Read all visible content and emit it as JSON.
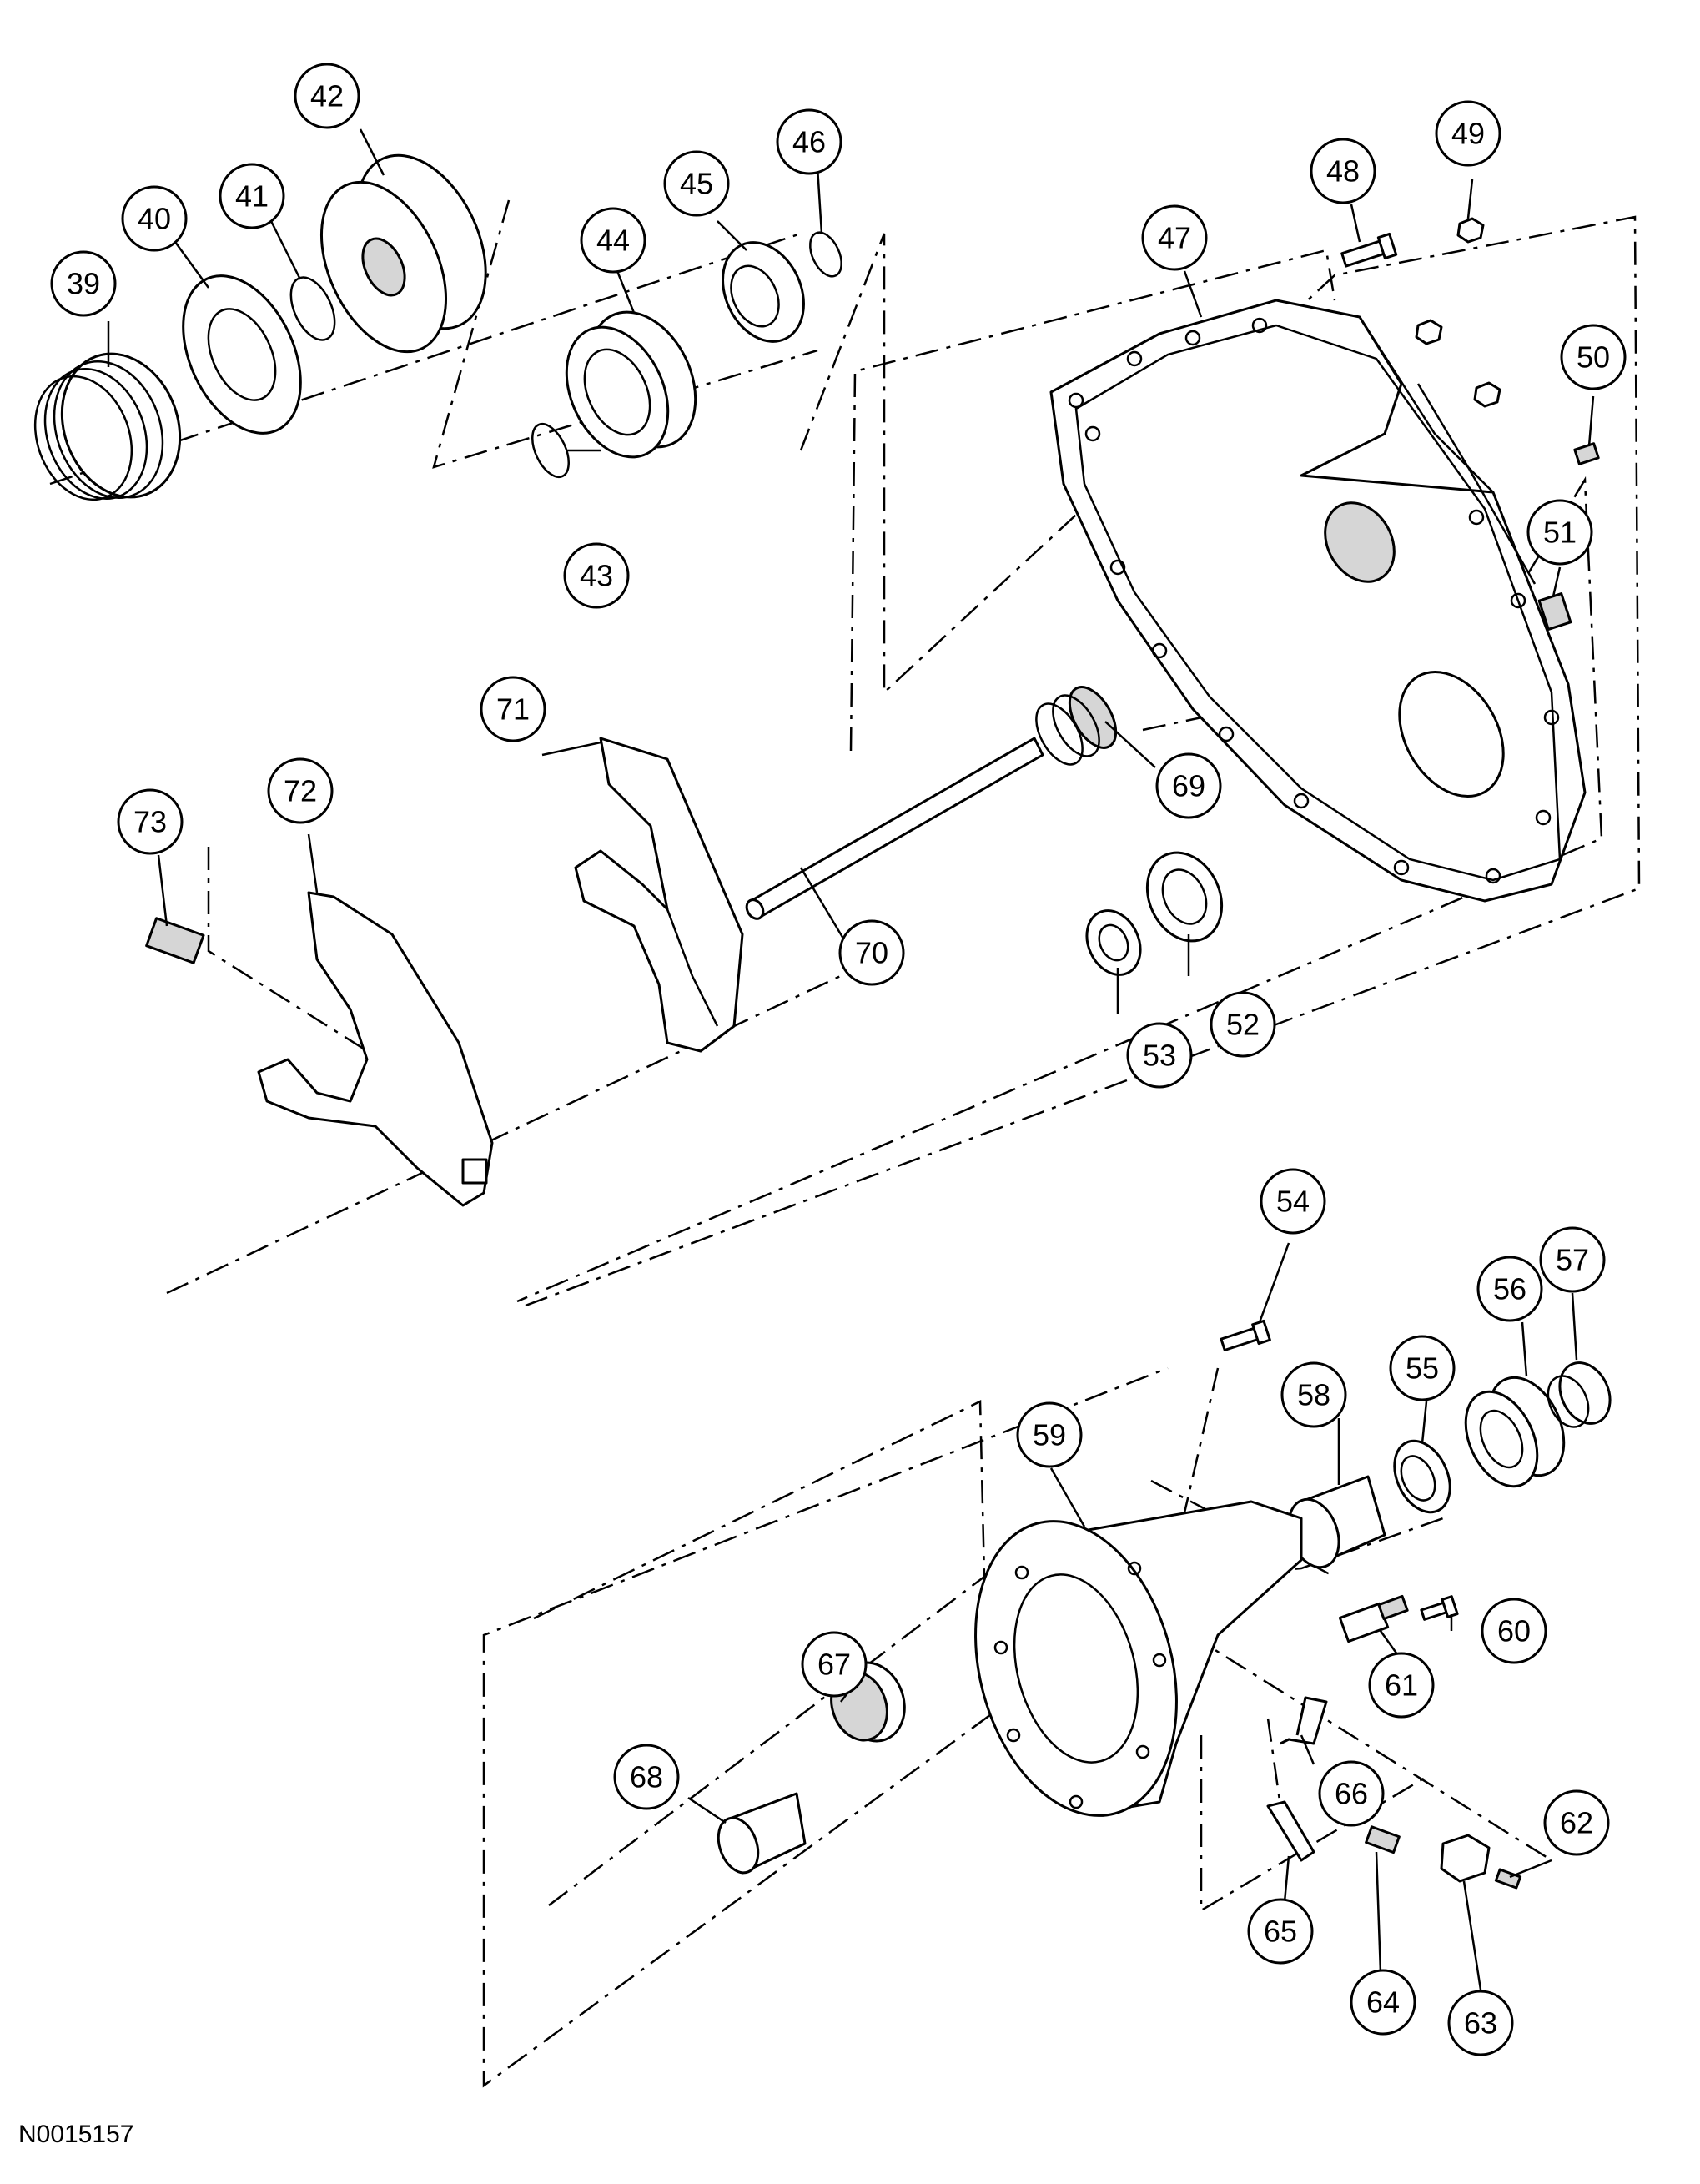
{
  "figure_id": "N0015157",
  "callouts": [
    "39",
    "40",
    "41",
    "42",
    "43",
    "44",
    "45",
    "46",
    "47",
    "48",
    "49",
    "50",
    "51",
    "52",
    "53",
    "54",
    "55",
    "56",
    "57",
    "58",
    "59",
    "60",
    "61",
    "62",
    "63",
    "64",
    "65",
    "66",
    "67",
    "68",
    "69",
    "70",
    "71",
    "72",
    "73"
  ]
}
